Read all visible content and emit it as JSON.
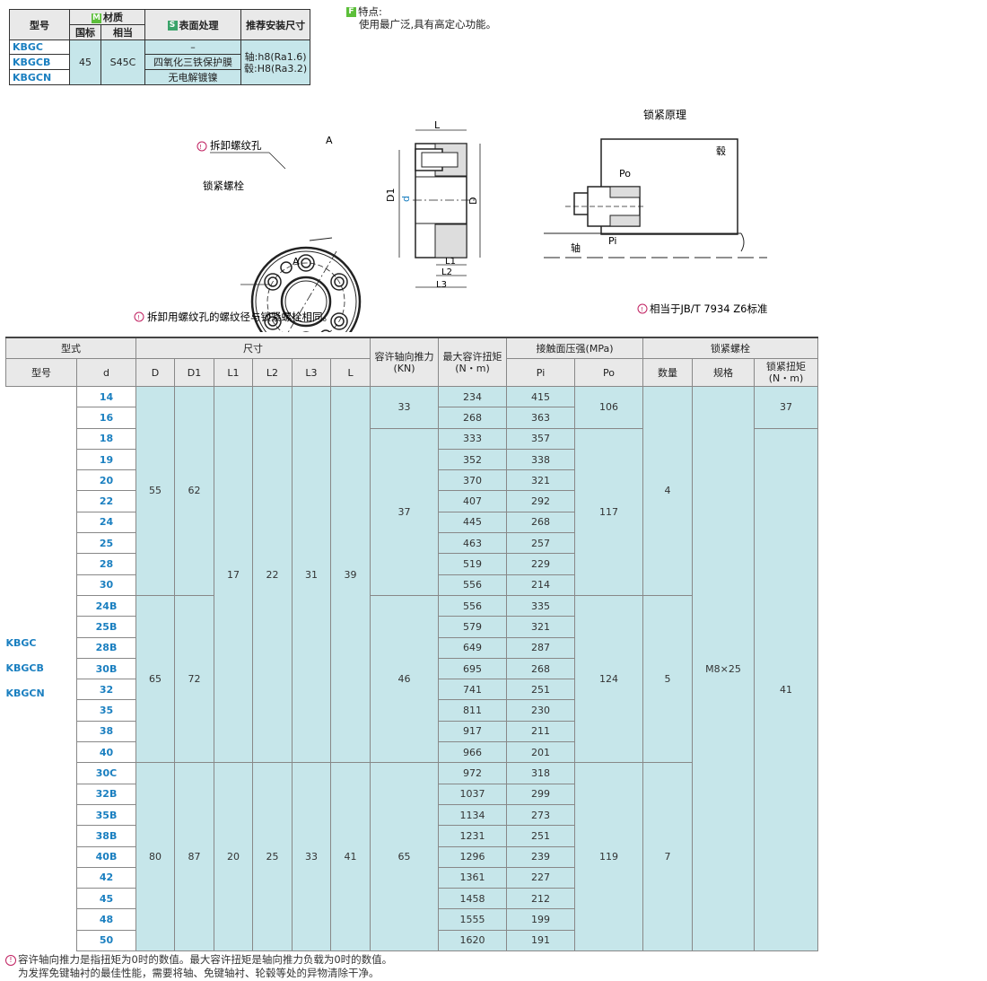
{
  "material_table": {
    "h_model": "型号",
    "h_material": "材质",
    "h_surface": "表面处理",
    "h_fit": "推荐安装尺寸",
    "h_gb": "国标",
    "h_eq": "相当",
    "badge_m": "M",
    "badge_s": "S",
    "rows": [
      "KBGC",
      "KBGCB",
      "KBGCN"
    ],
    "gb": "45",
    "eq": "S45C",
    "surfaces": [
      "–",
      "四氧化三铁保护膜",
      "无电解镀镍"
    ],
    "fit1": "轴:h8(Ra1.6)",
    "fit2": "毂:H8(Ra3.2)"
  },
  "feature": {
    "badge": "F",
    "title": "特点:",
    "text": "使用最广泛,具有高定心功能。"
  },
  "diagram": {
    "principle_title": "锁紧原理",
    "hub": "毂",
    "shaft": "轴",
    "po": "Po",
    "pi": "Pi",
    "remove_hole": "拆卸螺纹孔",
    "lock_bolt": "锁紧螺栓",
    "A": "A",
    "L": "L",
    "L1": "L1",
    "L2": "L2",
    "L3": "L3",
    "D": "D",
    "D1": "D1",
    "d": "d",
    "note_mark": "!",
    "note1": "拆卸用螺纹孔的螺纹径与锁紧螺栓相同。",
    "note2": "相当于JB/T 7934 Z6标准"
  },
  "main_table": {
    "h_type": "型式",
    "h_dim": "尺寸",
    "h_thrust": "容许轴向推力 (KN)",
    "h_torque": "最大容许扭矩 (N・m)",
    "h_pressure": "接触面压强(MPa)",
    "h_bolt": "锁紧螺栓",
    "h_model": "型号",
    "h_d": "d",
    "h_D": "D",
    "h_D1": "D1",
    "h_L1": "L1",
    "h_L2": "L2",
    "h_L3": "L3",
    "h_L": "L",
    "h_Pi": "Pi",
    "h_Po": "Po",
    "h_qty": "数量",
    "h_spec": "规格",
    "h_bolt_torque": "锁紧扭矩 (N・m)",
    "models": [
      "KBGC",
      "KBGCB",
      "KBGCN"
    ],
    "d": [
      "14",
      "16",
      "18",
      "19",
      "20",
      "22",
      "24",
      "25",
      "28",
      "30",
      "24B",
      "25B",
      "28B",
      "30B",
      "32",
      "35",
      "38",
      "40",
      "30C",
      "32B",
      "35B",
      "38B",
      "40B",
      "42",
      "45",
      "48",
      "50"
    ],
    "torque": [
      "234",
      "268",
      "333",
      "352",
      "370",
      "407",
      "445",
      "463",
      "519",
      "556",
      "556",
      "579",
      "649",
      "695",
      "741",
      "811",
      "917",
      "966",
      "972",
      "1037",
      "1134",
      "1231",
      "1296",
      "1361",
      "1458",
      "1555",
      "1620"
    ],
    "pi": [
      "415",
      "363",
      "357",
      "338",
      "321",
      "292",
      "268",
      "257",
      "229",
      "214",
      "335",
      "321",
      "287",
      "268",
      "251",
      "230",
      "211",
      "201",
      "318",
      "299",
      "273",
      "251",
      "239",
      "227",
      "212",
      "199",
      "191"
    ],
    "g1": {
      "D": "55",
      "D1": "62",
      "qty": "4",
      "po": "117"
    },
    "g1_po_top": "106",
    "g1_thrust_top": "33",
    "g1_thrust": "37",
    "g1_bt_top": "37",
    "L_small": {
      "L1": "17",
      "L2": "22",
      "L3": "31",
      "L": "39"
    },
    "g2": {
      "D": "65",
      "D1": "72",
      "thrust": "46",
      "po": "124",
      "qty": "5"
    },
    "g3": {
      "D": "80",
      "D1": "87",
      "L1": "20",
      "L2": "25",
      "L3": "33",
      "L": "41",
      "thrust": "65",
      "po": "119",
      "qty": "7"
    },
    "spec": "M8×25",
    "bt": "41"
  },
  "footer": {
    "line1": "容许轴向推力是指扭矩为0时的数值。最大容许扭矩是轴向推力负载为0时的数值。",
    "line2": "为发挥免键轴衬的最佳性能，需要将轴、免键轴衬、轮毂等处的异物清除干净。"
  }
}
